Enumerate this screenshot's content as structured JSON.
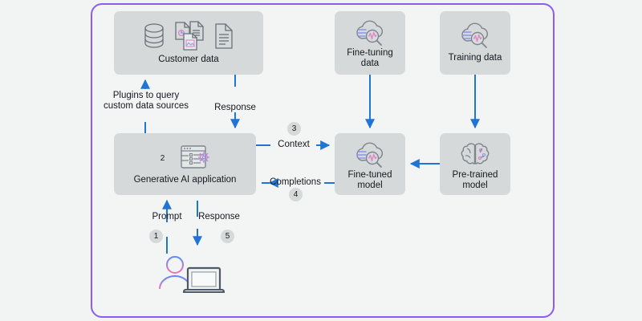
{
  "diagram": {
    "title": "Generative AI application with fine-tuned model architecture",
    "frame_color": "#8a5cf0",
    "node_fill": "#d5d9d9",
    "arrow_color": "#2074d5",
    "background": "#f2f3f3"
  },
  "nodes": {
    "customer_data": {
      "label": "Customer data",
      "icons": [
        "database-icon",
        "documents-icon",
        "document-icon"
      ]
    },
    "fine_tuning_data": {
      "label": "Fine-tuning\ndata",
      "icons": [
        "cloud-analytics-icon"
      ]
    },
    "training_data": {
      "label": "Training data",
      "icons": [
        "cloud-analytics-icon"
      ]
    },
    "genai_app": {
      "label": "Generative AI application",
      "badge": "2",
      "icons": [
        "app-window-gear-icon"
      ]
    },
    "fine_tuned_model": {
      "label": "Fine-tuned\nmodel",
      "icons": [
        "cloud-analytics-icon"
      ]
    },
    "pretrained_model": {
      "label": "Pre-trained\nmodel",
      "icons": [
        "brain-icon"
      ]
    }
  },
  "flows": {
    "plugins": {
      "label": "Plugins to query\ncustom data sources"
    },
    "response_top": {
      "label": "Response"
    },
    "context": {
      "label": "Context",
      "badge": "3"
    },
    "completions": {
      "label": "Completions",
      "badge": "4"
    },
    "prompt": {
      "label": "Prompt",
      "badge": "1"
    },
    "response_bottom": {
      "label": "Response",
      "badge": "5"
    }
  },
  "actor": {
    "name": "user-with-laptop"
  }
}
